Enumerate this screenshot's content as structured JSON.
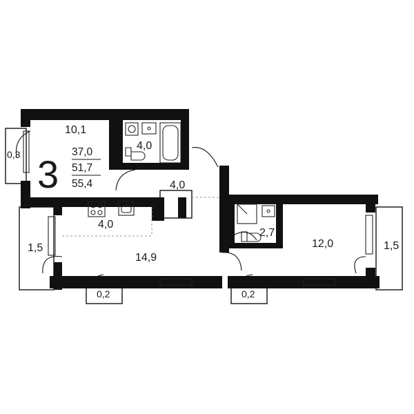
{
  "plan": {
    "room_count": "3",
    "totals": [
      "37,0",
      "51,7",
      "55,4"
    ],
    "rooms": {
      "bedroom_top": "10,1",
      "loggia_left_top": "0,3",
      "bathroom": "4,0",
      "hallway": "4,0",
      "kitchen": "4,0",
      "living_room": "14,9",
      "loggia_left": "1,5",
      "balcony_left": "0,2",
      "wc": "2,7",
      "bedroom_right": "12,0",
      "loggia_right": "1,5",
      "balcony_right": "0,2"
    }
  }
}
